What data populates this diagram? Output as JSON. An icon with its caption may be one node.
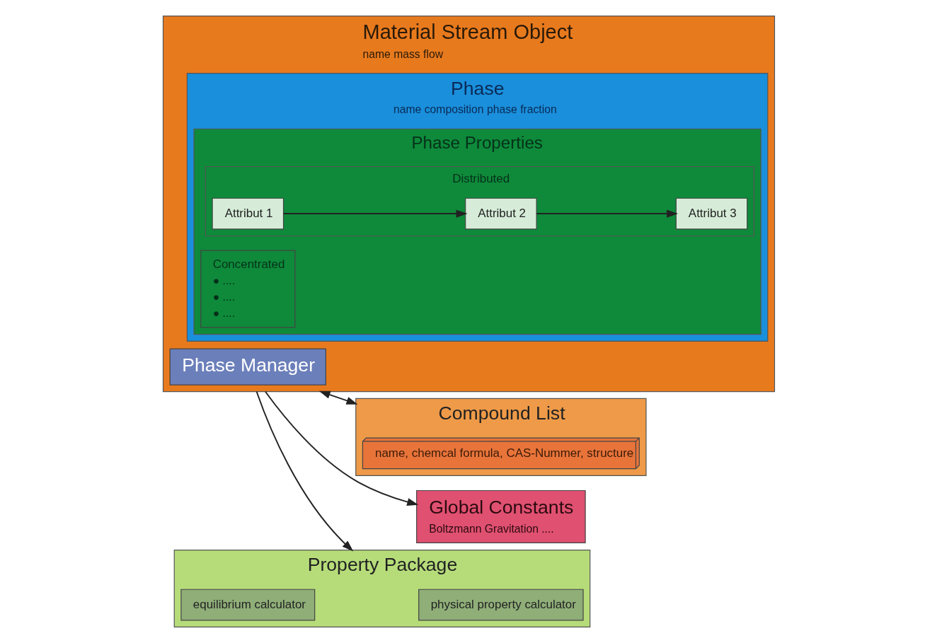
{
  "diagram": {
    "nodes": [
      {
        "text": [
          "Material Stream Object",
          "name mass flow"
        ]
      },
      {
        "text": [
          "Phase Manager"
        ],
        "in": 0
      },
      {
        "text": [
          "Phase",
          "name composition phase fraction"
        ],
        "in": 0
      },
      {
        "text": [
          "Phase Properties"
        ],
        "in": 2
      },
      {
        "text": [
          "Distributed"
        ],
        "in": 3
      },
      {
        "text": [
          "Attribut 1"
        ],
        "in": 4
      },
      {
        "text": [
          "Attribut 2"
        ],
        "in": 4
      },
      {
        "text": [
          "Attribut 3"
        ],
        "in": 4
      },
      {
        "text": [
          "Concentrated",
          "● ....",
          "● ....",
          "● ...."
        ],
        "in": 3
      },
      {
        "text": [
          "Compound List"
        ]
      },
      {
        "text": [
          "name, chemcal formula, CAS-Nummer, structure"
        ],
        "in": 9
      },
      {
        "text": [
          "Property Package"
        ]
      },
      {
        "text": [
          "physical property calculator"
        ],
        "in": 11
      },
      {
        "text": [
          "equilibrium calculator"
        ],
        "in": 11
      },
      {
        "text": [
          "Global Constants",
          "Boltzmann Gravitation ...."
        ]
      }
    ],
    "edges": [
      {
        "from": 5,
        "to": 6,
        "arrow": "to"
      },
      {
        "from": 6,
        "to": 7,
        "arrow": "to"
      },
      {
        "from": 0,
        "to": 9,
        "arrow": "both"
      },
      {
        "from": 0,
        "to": 11,
        "arrow": "to"
      },
      {
        "from": 0,
        "to": 14,
        "arrow": "to"
      }
    ]
  }
}
